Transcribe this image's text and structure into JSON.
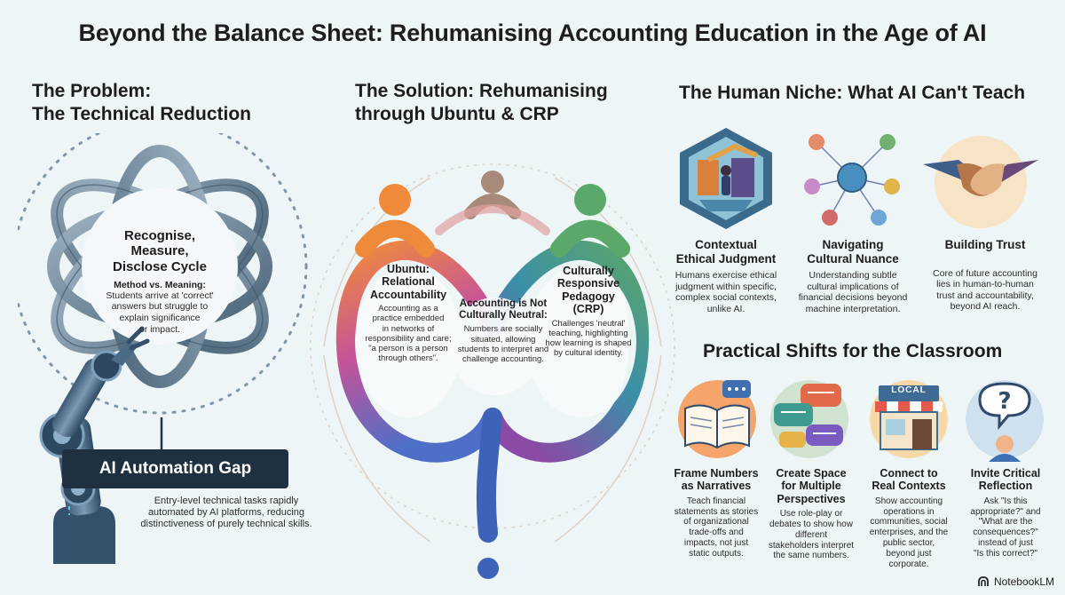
{
  "title": "Beyond the Balance Sheet: Rehumanising Accounting Education in the Age of AI",
  "problem": {
    "heading_line1": "The Problem:",
    "heading_line2": "The Technical Reduction",
    "cycle_title_1": "Recognise,",
    "cycle_title_2": "Measure,",
    "cycle_title_3": "Disclose Cycle",
    "method_heading": "Method vs. Meaning:",
    "method_line1": "Students arrive at 'correct'",
    "method_line2": "answers but struggle to",
    "method_line3": "explain significance",
    "method_line4": "or impact.",
    "gap_label": "AI Automation Gap",
    "gap_line1": "Entry-level technical tasks rapidly",
    "gap_line2": "automated by AI platforms, reducing",
    "gap_line3": "distinctiveness of purely technical skills."
  },
  "solution": {
    "heading_line1": "The Solution: Rehumanising",
    "heading_line2": "through Ubuntu & CRP",
    "ubuntu_title_1": "Ubuntu:",
    "ubuntu_title_2": "Relational",
    "ubuntu_title_3": "Accountability",
    "ubuntu_line1": "Accounting as a",
    "ubuntu_line2": "practice embedded",
    "ubuntu_line3": "in networks of",
    "ubuntu_line4": "responsibility and care;",
    "ubuntu_line5": "\"a person is a person",
    "ubuntu_line6": "through others\".",
    "neutral_title_1": "Accounting is Not",
    "neutral_title_2": "Culturally Neutral:",
    "neutral_line1": "Numbers are socially",
    "neutral_line2": "situated, allowing",
    "neutral_line3": "students to interpret and",
    "neutral_line4": "challenge accounting.",
    "crp_title_1": "Culturally",
    "crp_title_2": "Responsive",
    "crp_title_3": "Pedagogy",
    "crp_title_4": "(CRP)",
    "crp_line1": "Challenges 'neutral'",
    "crp_line2": "teaching, highlighting",
    "crp_line3": "how learning is shaped",
    "crp_line4": "by cultural identity."
  },
  "niche": {
    "heading": "The Human Niche: What AI Can't Teach",
    "items": [
      {
        "icon": "ethical-judgment-icon",
        "title1": "Contextual",
        "title2": "Ethical Judgment",
        "l1": "Humans exercise ethical",
        "l2": "judgment within specific,",
        "l3": "complex social contexts,",
        "l4": "unlike AI."
      },
      {
        "icon": "cultural-network-icon",
        "title1": "Navigating",
        "title2": "Cultural Nuance",
        "l1": "Understanding subtle",
        "l2": "cultural implications of",
        "l3": "financial decisions beyond",
        "l4": "machine interpretation."
      },
      {
        "icon": "handshake-icon",
        "title1": "Building Trust",
        "title2": "",
        "l1": "Core of future accounting",
        "l2": "lies in human-to-human",
        "l3": "trust and accountability,",
        "l4": "beyond AI reach."
      }
    ]
  },
  "shifts": {
    "heading": "Practical Shifts for the Classroom",
    "items": [
      {
        "icon": "open-book-icon",
        "title1": "Frame Numbers",
        "title2": "as Narratives",
        "title3": "",
        "lines": [
          "Teach financial",
          "statements as stories",
          "of organizational",
          "trade-offs and",
          "impacts, not just",
          "static outputs."
        ]
      },
      {
        "icon": "speech-bubbles-icon",
        "title1": "Create Space",
        "title2": "for Multiple",
        "title3": "Perspectives",
        "lines": [
          "Use role-play or",
          "debates to show how",
          "different",
          "stakeholders interpret",
          "the same numbers."
        ]
      },
      {
        "icon": "storefront-icon",
        "title1": "Connect to",
        "title2": "Real Contexts",
        "title3": "",
        "lines": [
          "Show accounting",
          "operations in",
          "communities, social",
          "enterprises, and the",
          "public sector,",
          "beyond just",
          "corporate."
        ]
      },
      {
        "icon": "question-bubble-icon",
        "title1": "Invite Critical",
        "title2": "Reflection",
        "title3": "",
        "lines": [
          "Ask \"Is this",
          "appropriate?\" and",
          "\"What are the consequences?\"",
          "instead of just",
          "\"Is this correct?\""
        ]
      }
    ],
    "store_sign": "LOCAL"
  },
  "brand": "NotebookLM"
}
